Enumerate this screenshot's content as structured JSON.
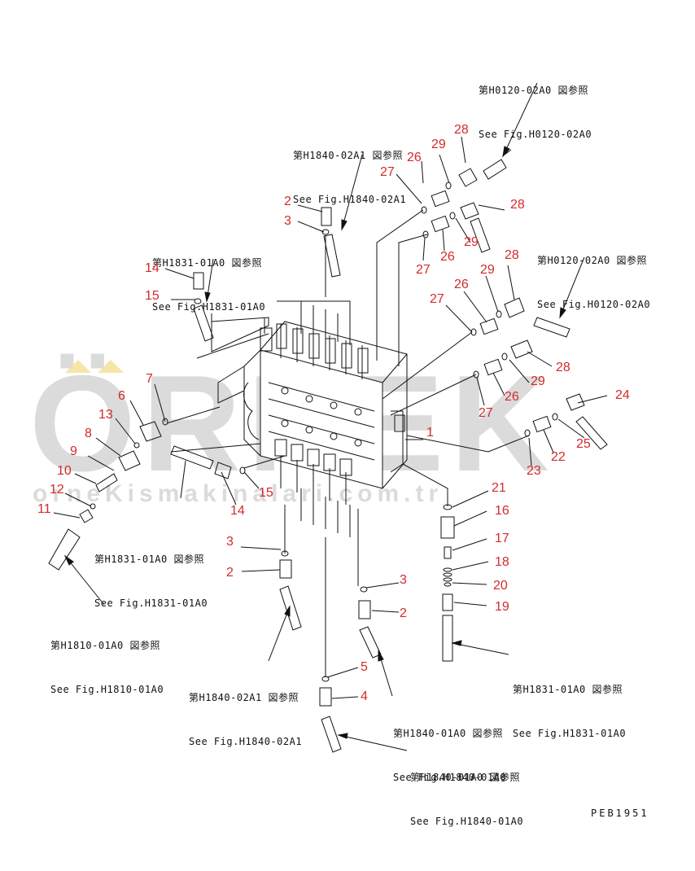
{
  "colors": {
    "callout": "#d42a2a",
    "line": "#111111",
    "watermark": "#cfcfcf",
    "watermark_accent": "#f5e6a8"
  },
  "watermark": {
    "brand": "ÖRNEK",
    "url": "orneKismakinalari.com.tr"
  },
  "figure_id": "PEB1951",
  "refs": [
    {
      "jp": "第H0120-02A0 図参照",
      "en": "See Fig.H0120-02A0"
    },
    {
      "jp": "第H1840-02A1 図参照",
      "en": "See Fig.H1840-02A1"
    },
    {
      "jp": "第H1831-01A0 図参照",
      "en": "See Fig.H1831-01A0"
    },
    {
      "jp": "第H0120-02A0 図参照",
      "en": "See Fig.H0120-02A0"
    },
    {
      "jp": "第H1831-01A0 図参照",
      "en": "See Fig.H1831-01A0"
    },
    {
      "jp": "第H1810-01A0 図参照",
      "en": "See Fig.H1810-01A0"
    },
    {
      "jp": "第H1831-01A0 図参照",
      "en": "See Fig.H1831-01A0"
    },
    {
      "jp": "第H1840-02A1 図参照",
      "en": "See Fig.H1840-02A1"
    },
    {
      "jp": "第H1840-01A0 図参照",
      "en": "See Fig.H1840-01A0"
    },
    {
      "jp": "第H1840-01A0 図参照",
      "en": "See Fig.H1840-01A0"
    }
  ],
  "callouts": [
    "28",
    "29",
    "26",
    "27",
    "2",
    "3",
    "28",
    "29",
    "26",
    "27",
    "14",
    "15",
    "28",
    "29",
    "26",
    "27",
    "28",
    "29",
    "26",
    "27",
    "7",
    "6",
    "13",
    "8",
    "9",
    "10",
    "12",
    "11",
    "24",
    "25",
    "1",
    "22",
    "23",
    "15",
    "14",
    "21",
    "16",
    "3",
    "17",
    "2",
    "18",
    "3",
    "20",
    "2",
    "19",
    "5",
    "4"
  ]
}
